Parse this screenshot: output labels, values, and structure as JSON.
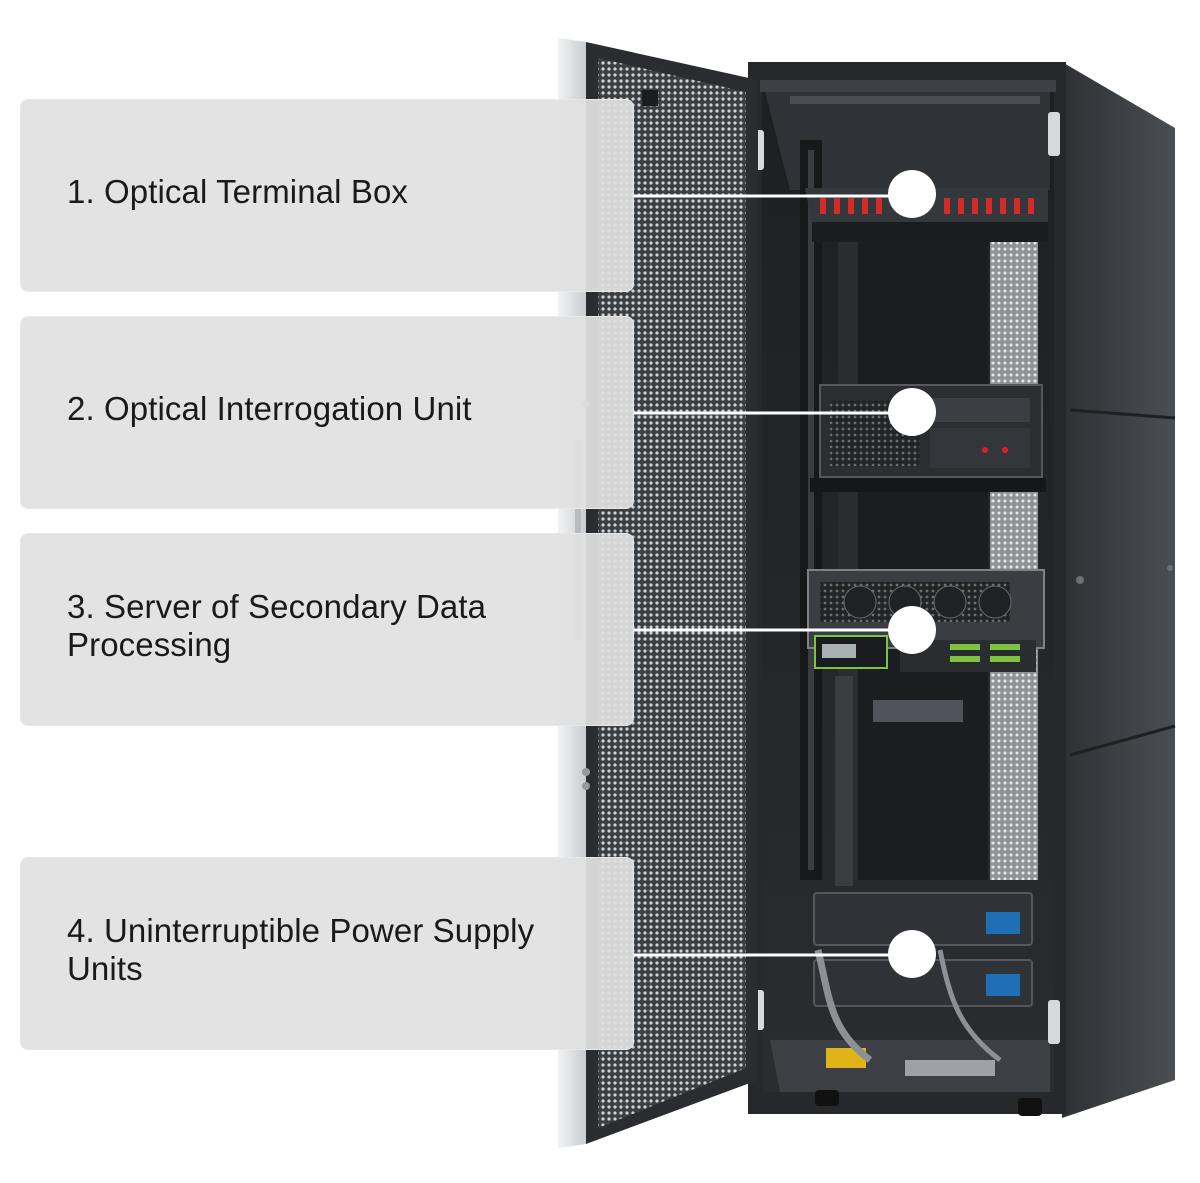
{
  "callouts": [
    {
      "number": "1",
      "label": "1. Optical Terminal Box"
    },
    {
      "number": "2",
      "label": "2. Optical Interrogation Unit"
    },
    {
      "number": "3",
      "label": "3. Server of Secondary Data Processing"
    },
    {
      "number": "4",
      "label": "4. Uninterruptible Power Supply Units"
    }
  ],
  "colors": {
    "label_box": "#e1e1e1",
    "rack_body": "#2b2d30",
    "rack_side": "#3a3d41",
    "door_frame": "#d9dcde",
    "callout_marker": "#ffffff",
    "terminal_ports": "#d42a2a"
  }
}
